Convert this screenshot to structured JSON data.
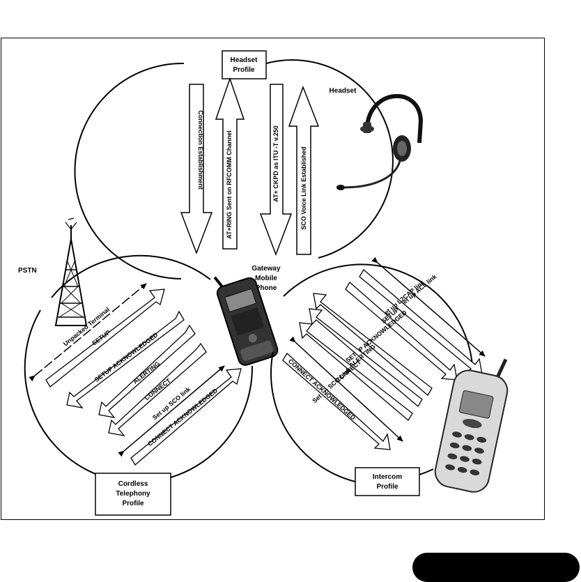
{
  "profiles": {
    "headset": "Headset Profile",
    "cordless": "Cordless Telephony Profile",
    "intercom": "Intercom Profile"
  },
  "devices": {
    "headset": "Headset",
    "pstn": "PSTN",
    "gateway": "Gateway Mobile Phone"
  },
  "headset_messages": [
    "Connection Establishment",
    "AT+RING Sent on RFCOMM Channel",
    "AT+ CKPD   as ITU  -T v.250",
    "SCO Voice Link Established"
  ],
  "cordless_messages": [
    "Unpacked  Terminal",
    "SETUP",
    "SETUP ACKNOWLEDGED",
    "ALERTING",
    "CONNECT",
    "Set up SCO link",
    "CONNECT ACKNOWLEDGED"
  ],
  "intercom_messages": [
    "Set up ACL link",
    "Set up L2CAP link",
    "SETUP",
    "SETUP ACKNOWLEDGED",
    "ALERTING",
    "CONNECT",
    "Set up SCO Link",
    "CONNECT ACKNOWLEDGED"
  ],
  "colors": {
    "line": "#000000",
    "fill": "#ffffff",
    "pill": "#000000"
  }
}
